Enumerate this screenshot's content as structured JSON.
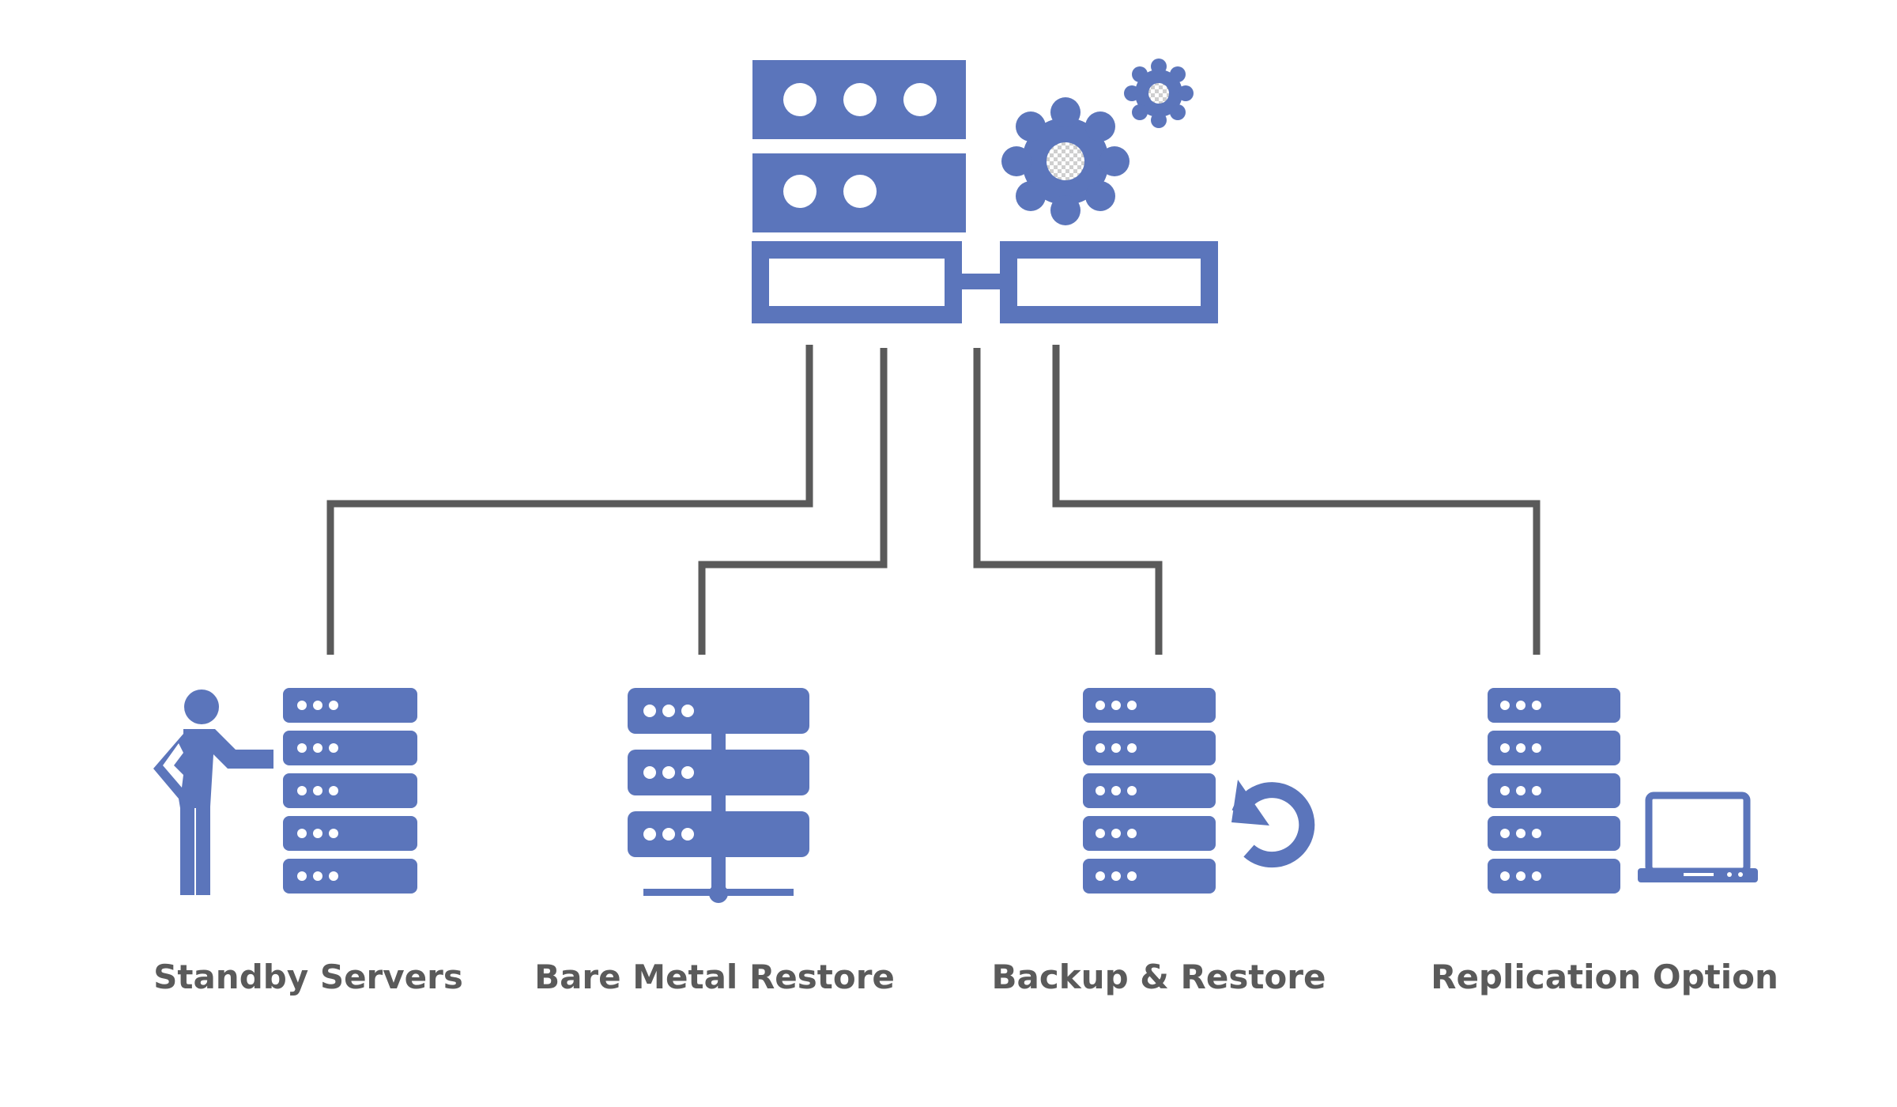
{
  "colors": {
    "icon": "#5b75bb",
    "connector": "#5a5a5a",
    "label": "#5a5a5a",
    "background": "#ffffff"
  },
  "hub": {
    "icon": "server-rack-with-gears-icon"
  },
  "nodes": [
    {
      "label": "Standby Servers",
      "icon": "person-with-server-stack-icon"
    },
    {
      "label": "Bare Metal Restore",
      "icon": "networked-server-stack-icon"
    },
    {
      "label": "Backup & Restore",
      "icon": "server-stack-restore-arrow-icon"
    },
    {
      "label": "Replication Option",
      "icon": "server-stack-laptop-icon"
    }
  ]
}
